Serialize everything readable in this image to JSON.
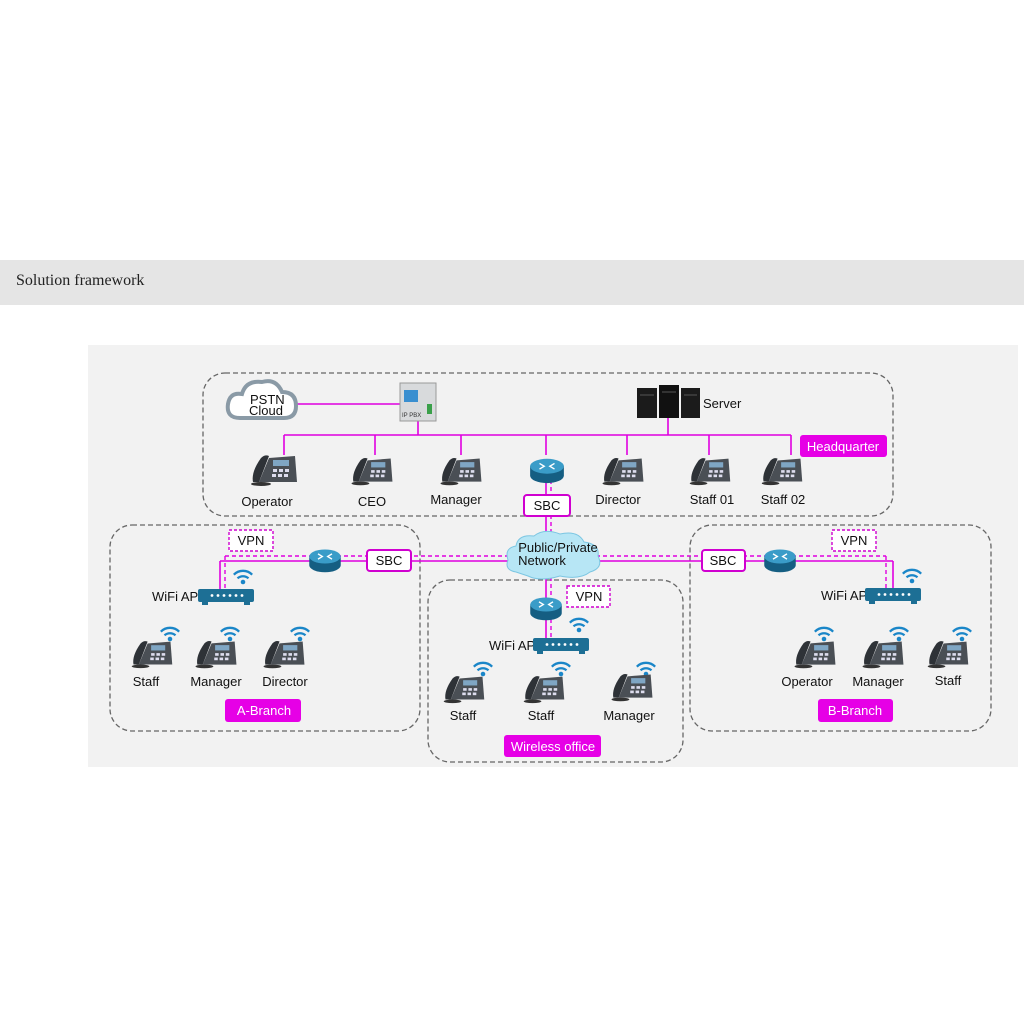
{
  "header": {
    "title": "Solution framework"
  },
  "colors": {
    "link": "#e000e0",
    "badge": "#e600e6",
    "device_blue": "#1d6f95",
    "wifi": "#1a86c8"
  },
  "headquarter": {
    "badge": "Headquarter",
    "pstn": "PSTN Cloud",
    "pstn_line1": "PSTN",
    "pstn_line2": "Cloud",
    "ippbx": "IP PBX",
    "server": "Server",
    "phones": [
      "Operator",
      "CEO",
      "Manager",
      "Director",
      "Staff 01",
      "Staff 02"
    ],
    "sbc": "SBC"
  },
  "network": {
    "line1": "Public/Private",
    "line2": "Network"
  },
  "a_branch": {
    "badge": "A-Branch",
    "vpn": "VPN",
    "sbc": "SBC",
    "ap": "WiFi AP",
    "phones": [
      "Staff",
      "Manager",
      "Director"
    ]
  },
  "wireless_office": {
    "badge": "Wireless office",
    "vpn": "VPN",
    "ap": "WiFi AP",
    "phones": [
      "Staff",
      "Staff",
      "Manager"
    ]
  },
  "b_branch": {
    "badge": "B-Branch",
    "vpn": "VPN",
    "sbc": "SBC",
    "ap": "WiFi AP",
    "phones": [
      "Operator",
      "Manager",
      "Staff"
    ]
  }
}
